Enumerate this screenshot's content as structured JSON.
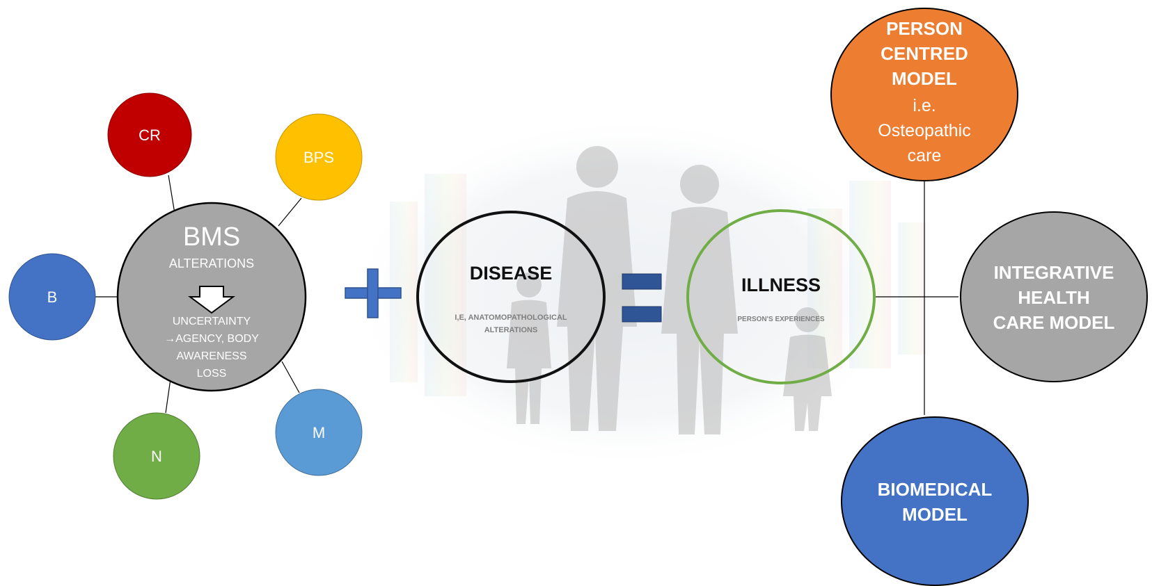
{
  "bms_cluster": {
    "center": {
      "title": "BMS",
      "subtitle": "ALTERATIONS",
      "line1": "UNCERTAINTY",
      "line2": "→AGENCY, BODY",
      "line3": "AWARENESS",
      "line4": "LOSS",
      "color": "#a6a6a6"
    },
    "satellites": {
      "cr": {
        "label": "CR",
        "color": "#c00000"
      },
      "bps": {
        "label": "BPS",
        "color": "#ffc000"
      },
      "b": {
        "label": "B",
        "color": "#4472c4"
      },
      "n": {
        "label": "N",
        "color": "#70ad47"
      },
      "m": {
        "label": "M",
        "color": "#5b9bd5"
      }
    }
  },
  "operators": {
    "plus": "+",
    "equals": "=",
    "color": "#4472c4"
  },
  "disease": {
    "title": "DISEASE",
    "sub1": "I,E, ANATOMOPATHOLOGICAL",
    "sub2": "ALTERATIONS"
  },
  "illness": {
    "title": "ILLNESS",
    "sub": "PERSON'S EXPERIENCES",
    "ring_color": "#70ad47"
  },
  "models": {
    "person_centred": {
      "line1": "PERSON",
      "line2": "CENTRED",
      "line3": "MODEL",
      "line4": "i.e.",
      "line5": "Osteopathic",
      "line6": "care",
      "color": "#ed7d31"
    },
    "integrative": {
      "line1": "INTEGRATIVE",
      "line2": "HEALTH",
      "line3": "CARE MODEL",
      "color": "#a6a6a6"
    },
    "biomedical": {
      "line1": "BIOMEDICAL",
      "line2": "MODEL",
      "color": "#4472c4"
    }
  }
}
